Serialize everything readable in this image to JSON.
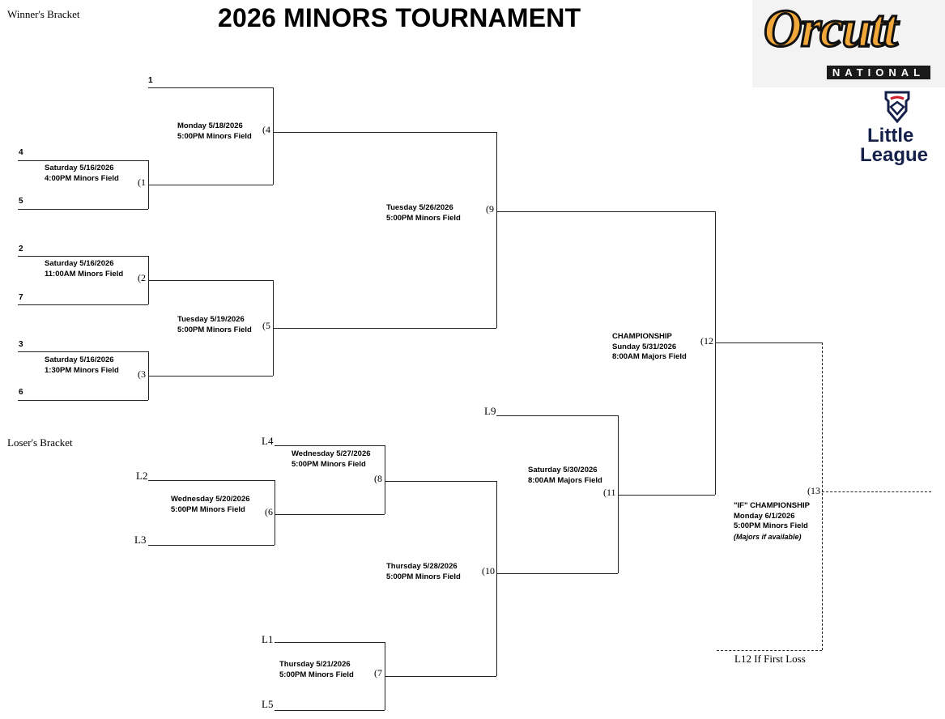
{
  "title": "2026 MINORS TOURNAMENT",
  "sections": {
    "winners": "Winner's Bracket",
    "losers": "Loser's Bracket"
  },
  "logos": {
    "orcutt": "Orcutt",
    "national": "NATIONAL",
    "little_league_1": "Little",
    "little_league_2": "League"
  },
  "seeds": [
    "1",
    "4",
    "5",
    "2",
    "7",
    "3",
    "6"
  ],
  "loser_slots": [
    "L4",
    "L2",
    "L3",
    "L9",
    "L1",
    "L5"
  ],
  "games": [
    {
      "num": "(1",
      "day": "Saturday 5/16/2026",
      "time": "4:00PM Minors Field"
    },
    {
      "num": "(2",
      "day": "Saturday 5/16/2026",
      "time": "11:00AM Minors Field"
    },
    {
      "num": "(3",
      "day": "Saturday 5/16/2026",
      "time": "1:30PM Minors Field"
    },
    {
      "num": "(4",
      "day": "Monday 5/18/2026",
      "time": "5:00PM Minors Field"
    },
    {
      "num": "(5",
      "day": "Tuesday 5/19/2026",
      "time": "5:00PM Minors Field"
    },
    {
      "num": "(6",
      "day": "Wednesday 5/20/2026",
      "time": "5:00PM Minors Field"
    },
    {
      "num": "(7",
      "day": "Thursday 5/21/2026",
      "time": "5:00PM Minors Field"
    },
    {
      "num": "(8",
      "day": "Wednesday 5/27/2026",
      "time": "5:00PM Minors Field"
    },
    {
      "num": "(9",
      "day": "Tuesday 5/26/2026",
      "time": "5:00PM Minors Field"
    },
    {
      "num": "(10",
      "day": "Thursday 5/28/2026",
      "time": "5:00PM Minors Field"
    },
    {
      "num": "(11",
      "day": "Saturday 5/30/2026",
      "time": "8:00AM Majors Field"
    },
    {
      "num": "(12",
      "heading": "CHAMPIONSHIP",
      "day": "Sunday 5/31/2026",
      "time": "8:00AM Majors Field"
    },
    {
      "num": "(13",
      "heading": "\"IF\" CHAMPIONSHIP",
      "day": "Monday 6/1/2026",
      "time": "5:00PM Minors Field",
      "note": "(Majors if available)"
    }
  ],
  "if_note": "L12 If First Loss"
}
